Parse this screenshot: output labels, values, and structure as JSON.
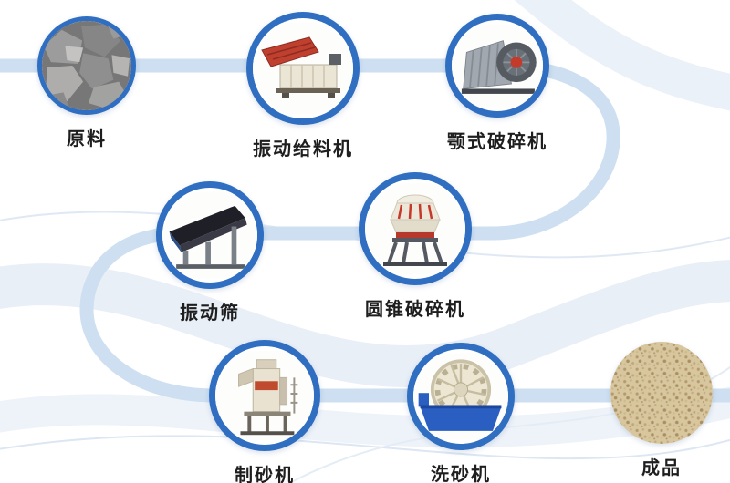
{
  "diagram": {
    "type": "process-flow",
    "description_visible_text_only": true,
    "steps": [
      {
        "id": "raw-material",
        "label": "原料",
        "row": 1
      },
      {
        "id": "vibrating-feeder",
        "label": "振动给料机",
        "row": 1
      },
      {
        "id": "jaw-crusher",
        "label": "颚式破碎机",
        "row": 1
      },
      {
        "id": "vibrating-screen",
        "label": "振动筛",
        "row": 2
      },
      {
        "id": "cone-crusher",
        "label": "圆锥破碎机",
        "row": 2
      },
      {
        "id": "sand-making-machine",
        "label": "制砂机",
        "row": 3
      },
      {
        "id": "sand-washing-machine",
        "label": "洗砂机",
        "row": 3
      },
      {
        "id": "finished-product",
        "label": "成品",
        "row": 3
      }
    ],
    "flow_order": [
      "原料",
      "振动给料机",
      "颚式破碎机",
      "圆锥破碎机",
      "振动筛",
      "制砂机",
      "洗砂机",
      "成品"
    ],
    "colors": {
      "circle_ring_blue": "#2f6ec0",
      "ribbon_blue": "#cddff1",
      "background": "#ffffff",
      "label_text": "#1e1e1e",
      "washer_blue": "#2a5ec1",
      "machine_red": "#c04030",
      "sand_tan": "#d7c69e",
      "rock_gray": "#9c9c9c"
    }
  }
}
